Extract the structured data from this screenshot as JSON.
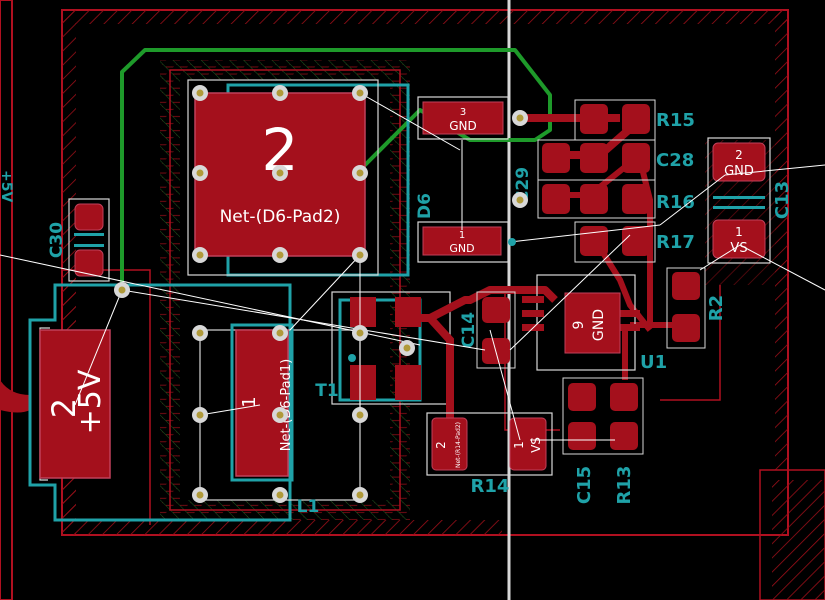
{
  "colors": {
    "background": "#000000",
    "copper": "#a4101c",
    "zone_hatch": "#9a0f18",
    "silkscreen": "#1fa2a8",
    "courtyard": "#d8d8d8",
    "ratsnest": "#ffffff",
    "track_green": "#1e9a2a",
    "via": "#c8c49a"
  },
  "components": {
    "d6": {
      "ref": "D6",
      "pad_large_label": "2",
      "pad_large_net": "Net-(D6-Pad2)",
      "pad_small_label": "1",
      "pad_small_net": "Net-(D6-Pad1)"
    },
    "c30": {
      "ref": "C30"
    },
    "plus5v": {
      "pad_label": "2",
      "net": "+5V"
    },
    "l1": {
      "ref": "L1"
    },
    "t1": {
      "ref": "T1"
    },
    "gnd_pad3": {
      "pad": "3",
      "net": "GND"
    },
    "gnd_pad1": {
      "pad": "1",
      "net": "GND"
    },
    "c29": {
      "ref": "C29"
    },
    "r15": {
      "ref": "R15"
    },
    "c28": {
      "ref": "C28"
    },
    "r16": {
      "ref": "R16"
    },
    "r17": {
      "ref": "R17"
    },
    "c13": {
      "ref": "C13",
      "pad2_label": "2",
      "pad2_net": "GND",
      "pad1_label": "1",
      "pad1_net": "VS"
    },
    "r2": {
      "ref": "R2"
    },
    "u1": {
      "ref": "U1",
      "pad_label": "9",
      "pad_net": "GND"
    },
    "c14": {
      "ref": "C14"
    },
    "r14": {
      "ref": "R14",
      "pad2_label": "2",
      "pad2_net": "Net-(R14-Pad2)",
      "pad1_label": "1",
      "pad1_net": "VS"
    },
    "c15": {
      "ref": "C15"
    },
    "r13": {
      "ref": "R13"
    },
    "left_edge": {
      "label": "+5V"
    }
  }
}
